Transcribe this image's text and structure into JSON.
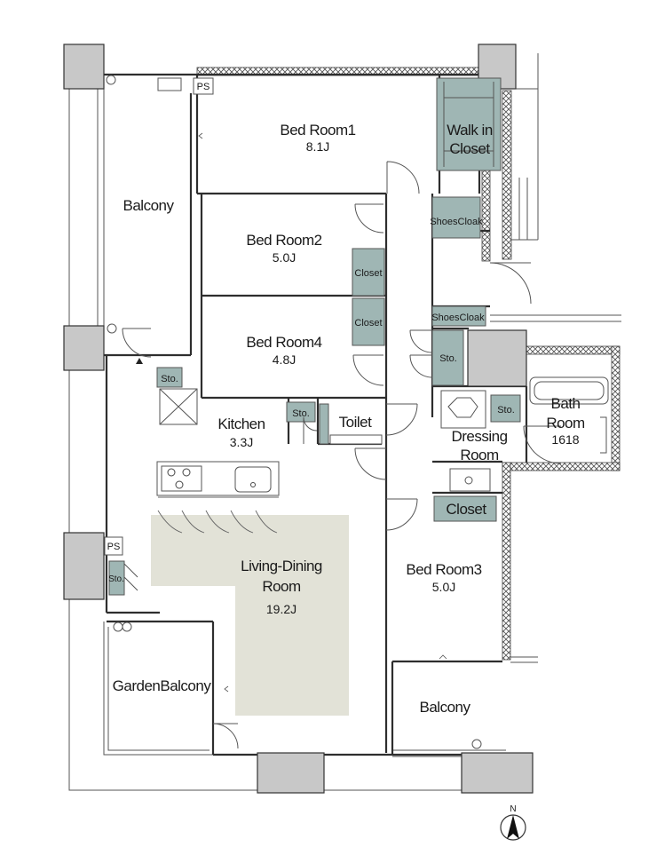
{
  "rooms": {
    "bedroom1": {
      "name": "Bed Room1",
      "size": "8.1J"
    },
    "bedroom2": {
      "name": "Bed Room2",
      "size": "5.0J"
    },
    "bedroom3": {
      "name": "Bed Room3",
      "size": "5.0J"
    },
    "bedroom4": {
      "name": "Bed Room4",
      "size": "4.8J"
    },
    "kitchen": {
      "name": "Kitchen",
      "size": "3.3J"
    },
    "living": {
      "line1": "Living-Dining",
      "line2": "Room",
      "size": "19.2J"
    },
    "bath": {
      "line1": "Bath",
      "line2": "Room",
      "size": "1618"
    },
    "dressing": {
      "line1": "Dressing",
      "line2": "Room"
    },
    "toilet": {
      "name": "Toilet"
    },
    "walkin": {
      "line1": "Walk in",
      "line2": "Closet"
    },
    "balcony_west": {
      "name": "Balcony"
    },
    "balcony_south": {
      "name": "Balcony"
    },
    "garden_balcony": {
      "name": "GardenBalcony"
    }
  },
  "storage": {
    "closet_bedroom2": "Closet",
    "closet_bedroom4": "Closet",
    "closet_bedroom3": "Closet",
    "shoes_cloak_upper": "ShoesCloak",
    "shoes_cloak_lower": "ShoesCloak",
    "sto_entry": "Sto.",
    "sto_kitchen": "Sto.",
    "sto_hall": "Sto.",
    "sto_dressing": "Sto.",
    "sto_living": "Sto."
  },
  "pipe_shafts": {
    "ps_top": "PS",
    "ps_left": "PS"
  },
  "compass": {
    "label": "N"
  },
  "colors": {
    "storage_fill": "#9fb6b4",
    "living_fill": "#e2e2d7",
    "column_fill": "#c8c8c8",
    "wall": "#2e2e2e"
  }
}
